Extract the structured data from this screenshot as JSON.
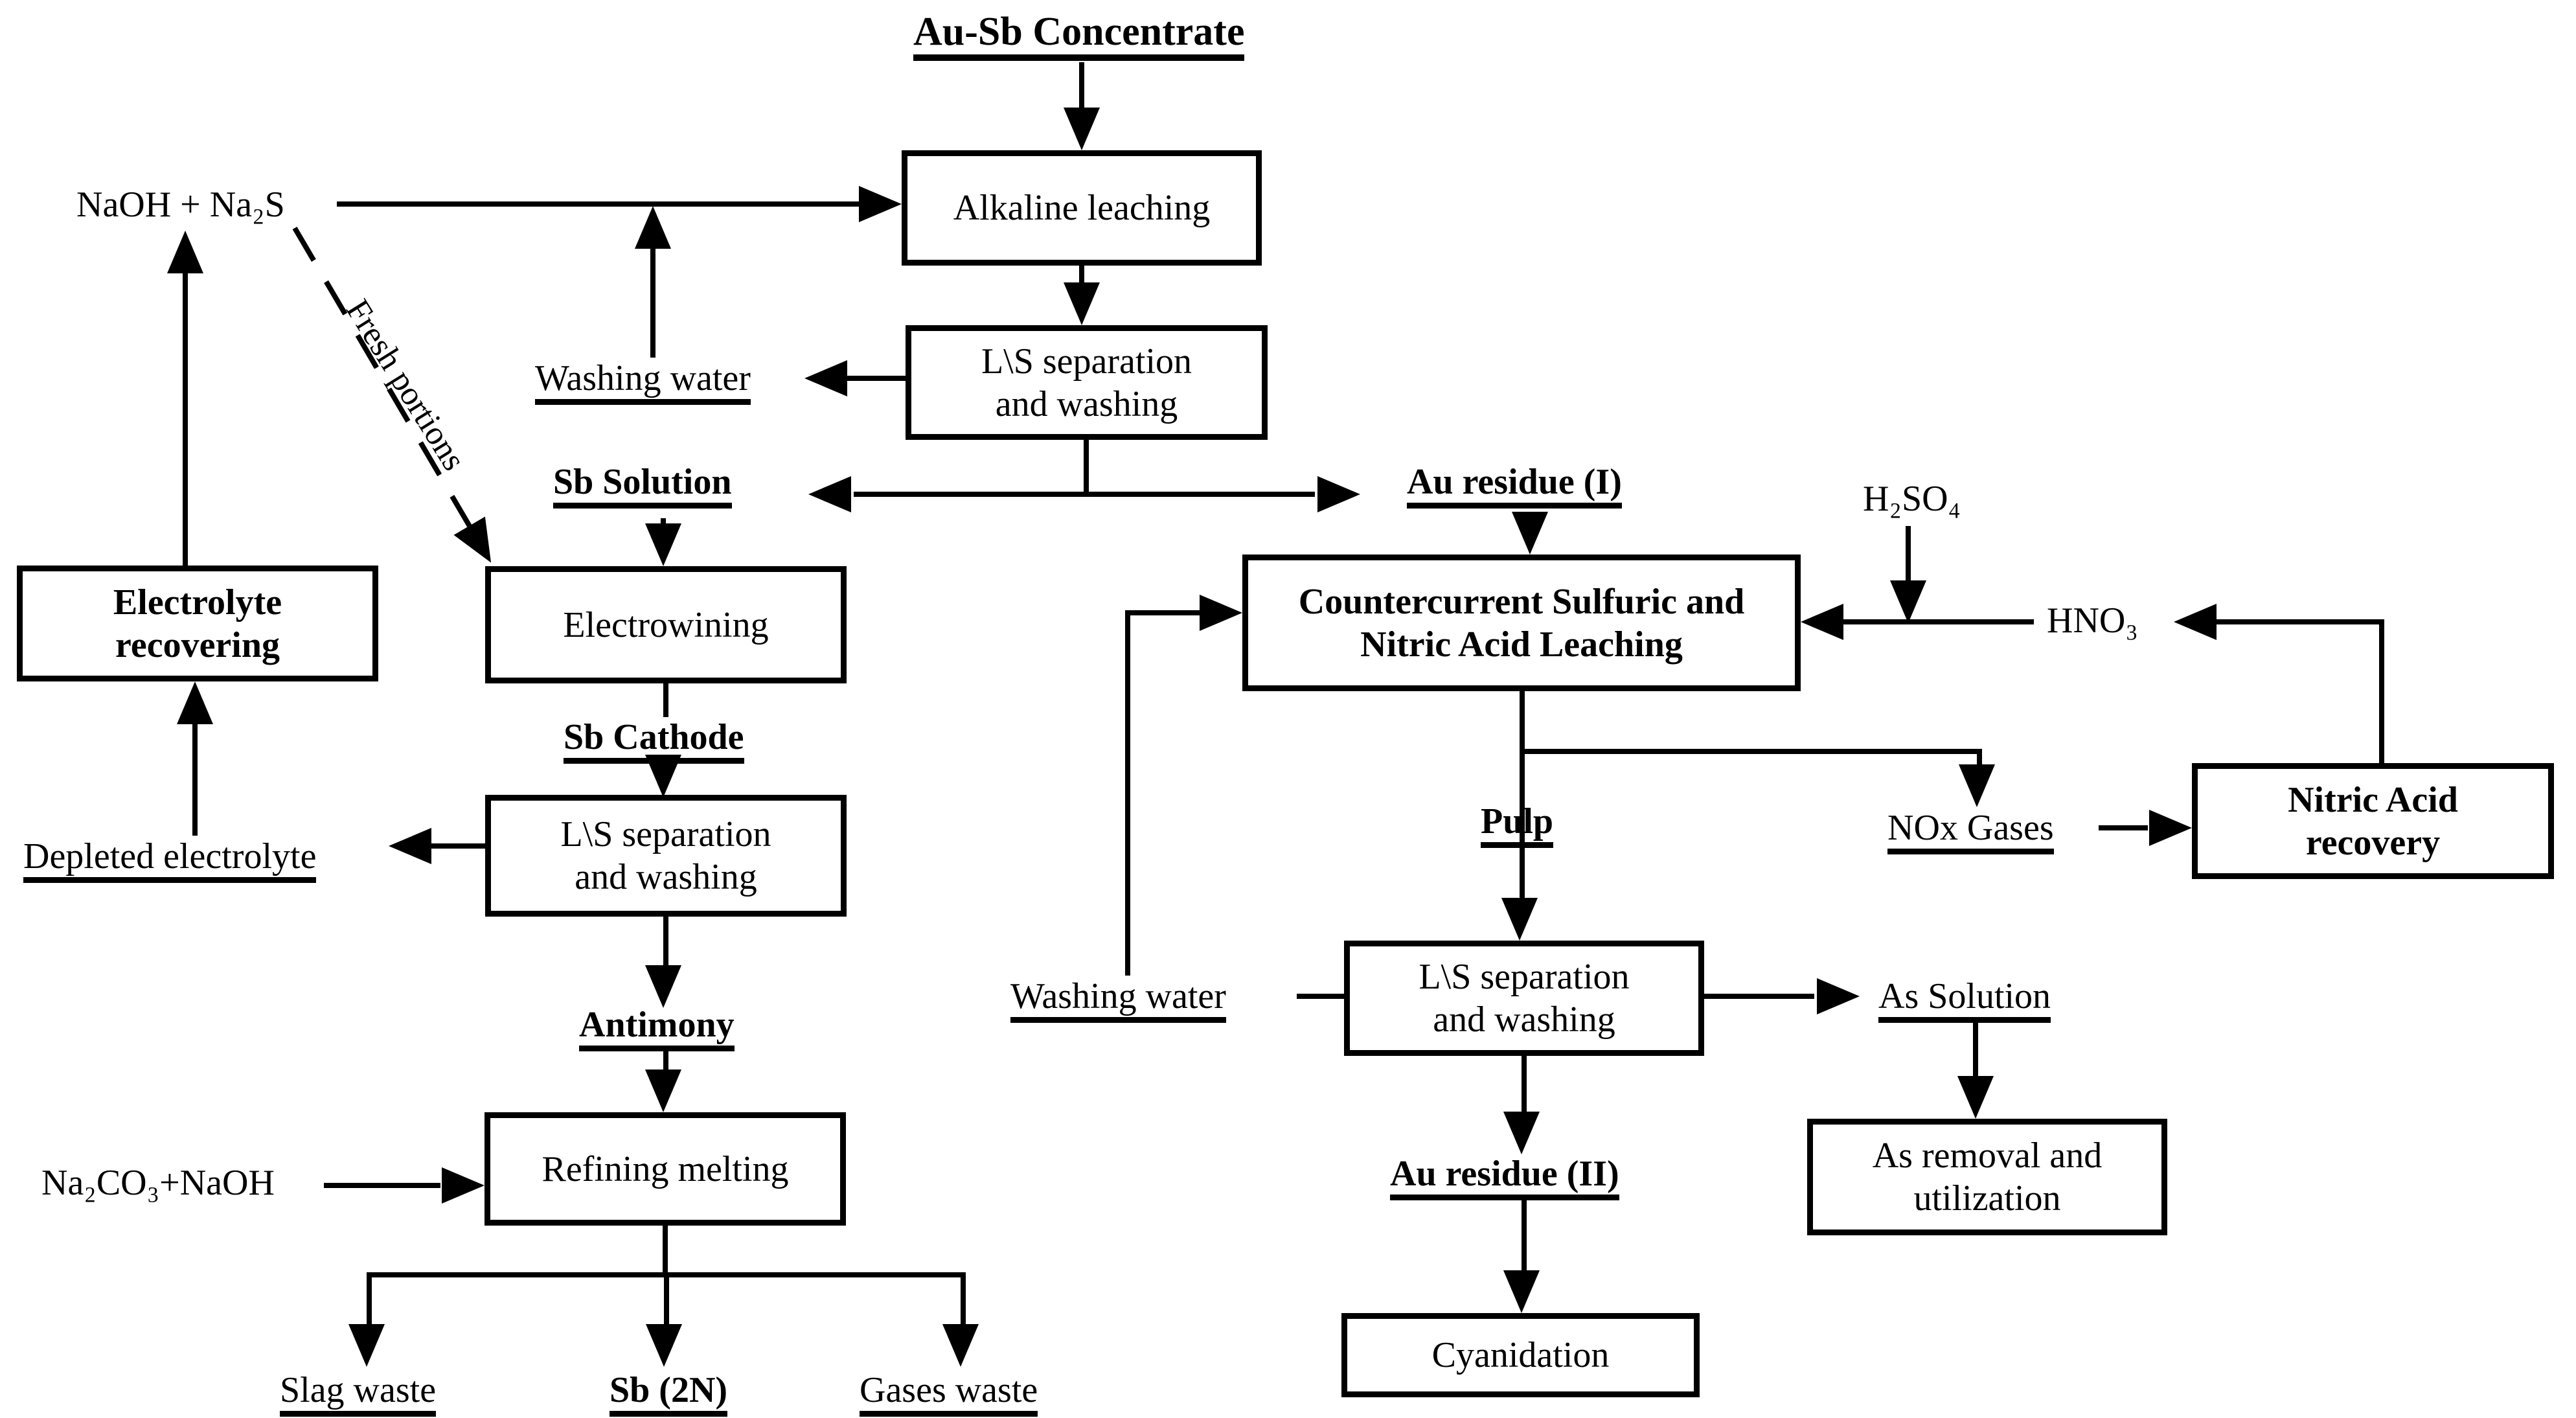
{
  "diagram": {
    "title": "Au-Sb Concentrate",
    "boxes": {
      "alkaline": {
        "label": "Alkaline leaching"
      },
      "ls_top": {
        "line1": "L\\S separation",
        "line2": "and washing"
      },
      "electrowining": {
        "label": "Electrowining"
      },
      "electrolyte": {
        "line1": "Electrolyte",
        "line2": "recovering"
      },
      "ls_left": {
        "line1": "L\\S separation",
        "line2": "and washing"
      },
      "refining": {
        "label": "Refining melting"
      },
      "countercurrent": {
        "line1": "Countercurrent Sulfuric and",
        "line2": "Nitric Acid Leaching"
      },
      "nitric_recovery": {
        "line1": "Nitric Acid",
        "line2": "recovery"
      },
      "ls_right": {
        "line1": "L\\S separation",
        "line2": "and washing"
      },
      "as_removal": {
        "line1": "As removal and",
        "line2": "utilization"
      },
      "cyanidation": {
        "label": "Cyanidation"
      }
    },
    "labels": {
      "naoh_na2s": "NaOH + Na₂S",
      "washing_water_left": "Washing water",
      "fresh_portions": "Fresh portions",
      "sb_solution": "Sb Solution",
      "au_residue_1": "Au residue (I)",
      "h2so4": "H₂SO₄",
      "hno3": "HNO₃",
      "sb_cathode": "Sb Cathode",
      "depleted_electrolyte": "Depleted electrolyte",
      "pulp": "Pulp",
      "nox_gases": "NOx Gases",
      "washing_water_right": "Washing water",
      "as_solution": "As Solution",
      "antimony": "Antimony",
      "na2co3_naoh": "Na₂CO₃+NaOH",
      "au_residue_2": "Au residue (II)",
      "slag_waste": "Slag waste",
      "sb_2n": "Sb (2N)",
      "gases_waste": "Gases waste"
    },
    "colors": {
      "line": "#000000",
      "background": "#ffffff"
    }
  }
}
